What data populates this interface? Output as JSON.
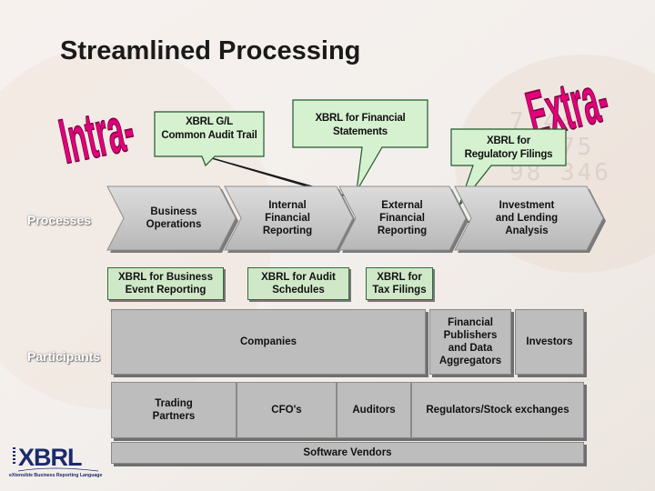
{
  "title": "Streamlined Processing",
  "intra_label": "Intra-",
  "extra_label": "Extra-",
  "callouts": {
    "gl": [
      "XBRL G/L",
      "Common Audit Trail"
    ],
    "financial": [
      "XBRL for Financial",
      "Statements"
    ],
    "regulatory": [
      "XBRL for",
      "Regulatory Filings"
    ]
  },
  "row_labels": {
    "processes": "Processes",
    "participants": "Participants"
  },
  "processes": [
    {
      "lines": [
        "Business",
        "Operations"
      ]
    },
    {
      "lines": [
        "Internal",
        "Financial",
        "Reporting"
      ]
    },
    {
      "lines": [
        "External",
        "Financial",
        "Reporting"
      ]
    },
    {
      "lines": [
        "Investment",
        "and Lending",
        "Analysis"
      ]
    }
  ],
  "xbrl_boxes": [
    {
      "lines": [
        "XBRL for Business",
        "Event Reporting"
      ]
    },
    {
      "lines": [
        "XBRL for Audit",
        "Schedules"
      ]
    },
    {
      "lines": [
        "XBRL for",
        "Tax Filings"
      ]
    }
  ],
  "participants": {
    "companies": "Companies",
    "financial_publishers": [
      "Financial",
      "Publishers",
      "and Data",
      "Aggregators"
    ],
    "investors": "Investors",
    "trading_partners": [
      "Trading",
      "Partners"
    ],
    "cfos": "CFO's",
    "auditors": "Auditors",
    "regulators": "Regulators/Stock exchanges",
    "software_vendors": "Software Vendors"
  },
  "logo": {
    "text": "XBRL",
    "tagline": "eXtensible Business Reporting Language"
  },
  "colors": {
    "callout_fill": "#d6f1d0",
    "callout_stroke": "#1f5a2b",
    "chevron_fill": "#c4c4c4",
    "intra_extra_fill": "#e2007a"
  }
}
